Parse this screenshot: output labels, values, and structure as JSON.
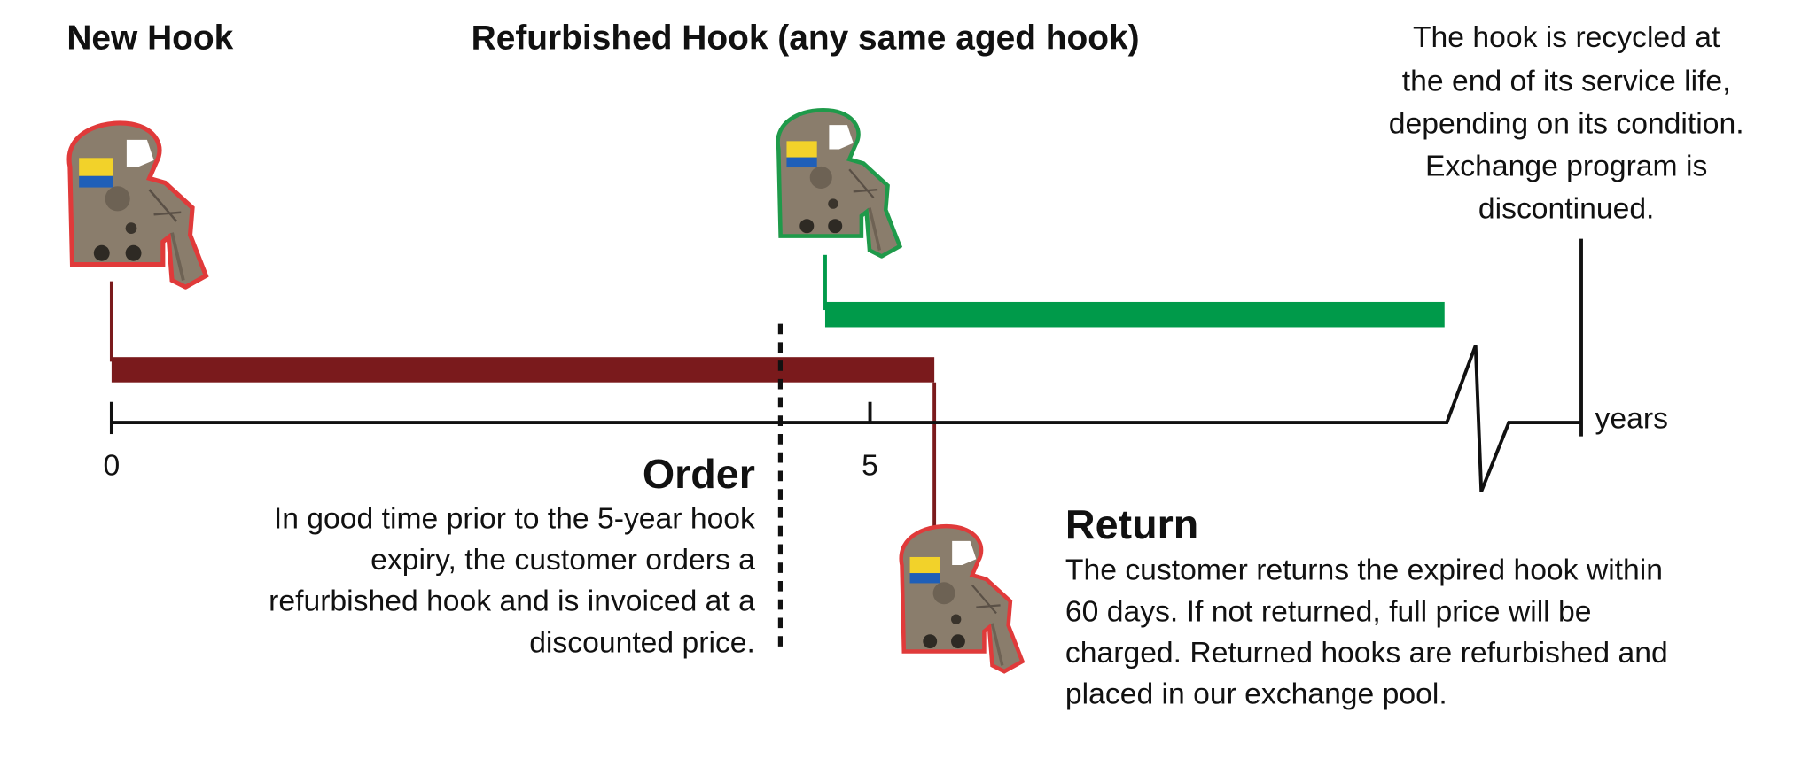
{
  "headings": {
    "new_hook": "New Hook",
    "refurbished_hook": "Refurbished Hook (any same aged hook)"
  },
  "end_of_life_note": [
    "The hook is recycled at",
    "the end of its service life,",
    "depending on its condition.",
    "Exchange program is",
    "discontinued."
  ],
  "axis": {
    "tick_0": "0",
    "tick_5": "5",
    "unit": "years"
  },
  "order": {
    "title": "Order",
    "lines": [
      "In good time prior to the 5-year hook",
      "expiry, the customer orders a",
      "refurbished hook and is invoiced at a",
      "discounted price."
    ]
  },
  "return": {
    "title": "Return",
    "lines": [
      "The customer returns the expired hook within",
      "60 days. If not returned, full price will be",
      "charged. Returned hooks are refurbished and",
      "placed in our exchange pool."
    ]
  },
  "colors": {
    "new_hook": "#7a1a1c",
    "refurbished": "#009a4a",
    "outline_red": "#e03a3a",
    "outline_green": "#1f9a4a"
  }
}
